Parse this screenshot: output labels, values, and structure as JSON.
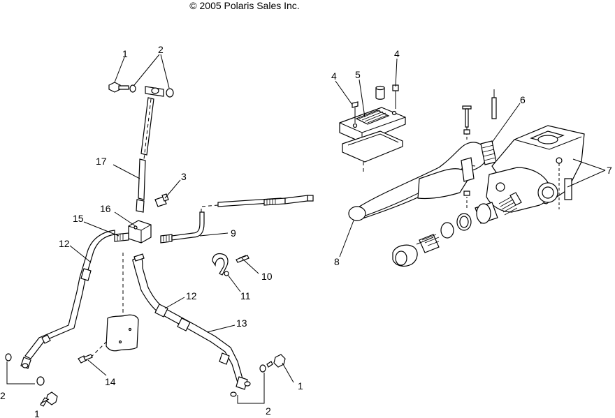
{
  "copyright": "© 2005 Polaris Sales Inc.",
  "callouts": {
    "c1a": "1",
    "c2a": "2",
    "c3": "3",
    "c17": "17",
    "c16": "16",
    "c15": "15",
    "c12a": "12",
    "c9": "9",
    "c10": "10",
    "c11": "11",
    "c12b": "12",
    "c13": "13",
    "c14": "14",
    "c2b": "2",
    "c1b": "1",
    "c1c": "1",
    "c2c": "2",
    "c4a": "4",
    "c5": "5",
    "c4b": "4",
    "c6": "6",
    "c7": "7",
    "c8": "8"
  }
}
